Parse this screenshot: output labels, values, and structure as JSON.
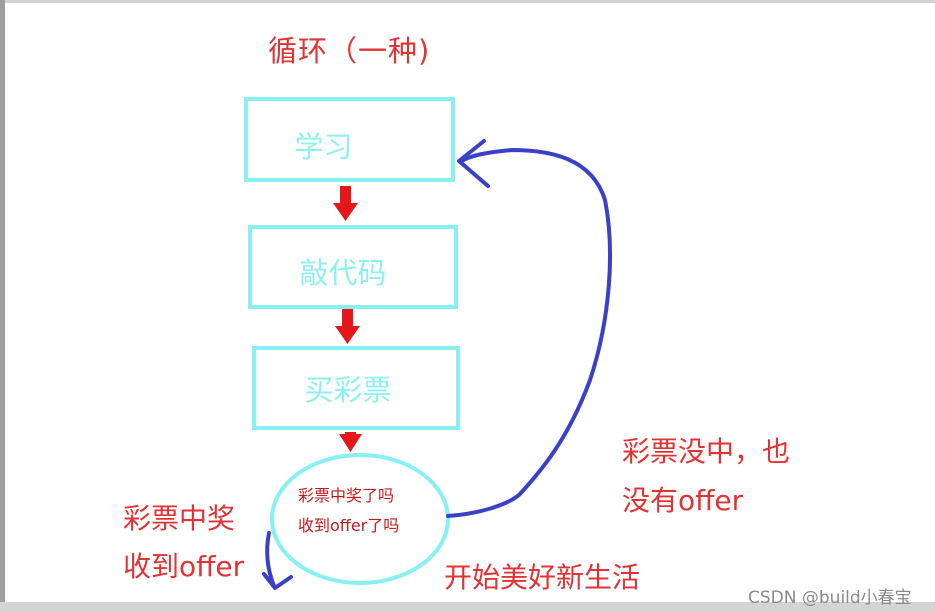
{
  "title": "循环（一种)",
  "boxes": {
    "study": "学习",
    "code": "敲代码",
    "lottery": "买彩票"
  },
  "decision": {
    "line1": "彩票中奖了吗",
    "line2": "收到offer了吗"
  },
  "left_labels": {
    "line1": "彩票中奖",
    "line2": "收到offer"
  },
  "right_labels": {
    "line1": "彩票没中，也",
    "line2": "没有offer"
  },
  "bottom_label": "开始美好新生活",
  "watermark": "CSDN @build小春宝",
  "colors": {
    "box_border": "#86f0f2",
    "arrow": "#e5171b",
    "loop_line": "#3a40c8",
    "label_red": "#e23234"
  }
}
